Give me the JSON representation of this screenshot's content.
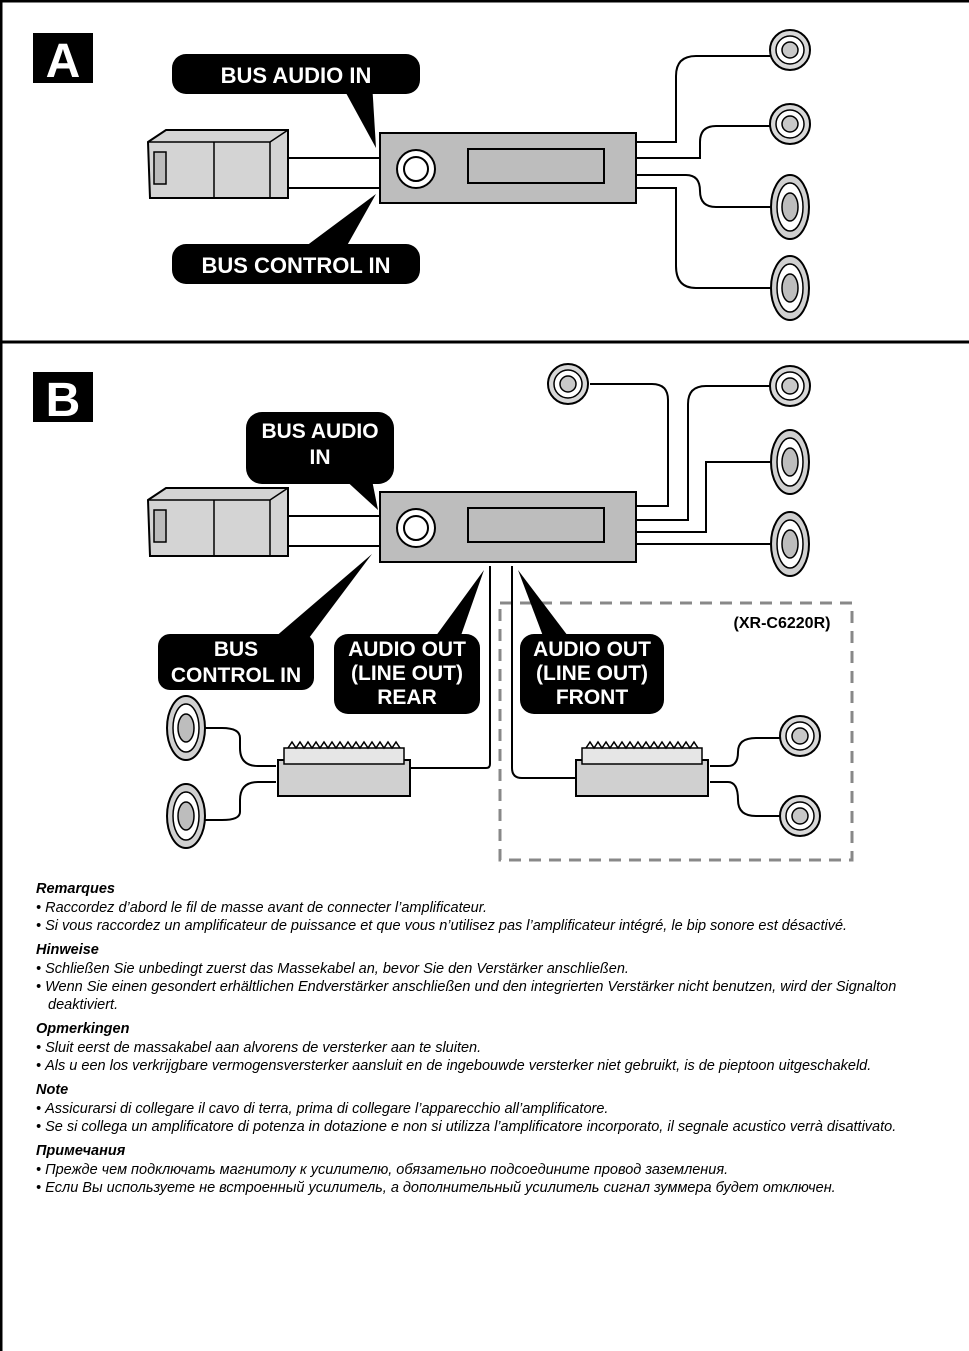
{
  "panel_a": {
    "letter": "A",
    "label_bus_audio_in": "BUS AUDIO IN",
    "label_bus_control_in": "BUS CONTROL IN"
  },
  "panel_b": {
    "letter": "B",
    "label_bus_audio_in_1": "BUS AUDIO",
    "label_bus_audio_in_2": "IN",
    "label_bus_control_in_1": "BUS",
    "label_bus_control_in_2": "CONTROL IN",
    "label_rear_1": "AUDIO OUT",
    "label_rear_2": "(LINE OUT)",
    "label_rear_3": "REAR",
    "label_front_1": "AUDIO OUT",
    "label_front_2": "(LINE OUT)",
    "label_front_3": "FRONT",
    "model_label": "(XR-C6220R)"
  },
  "notes": [
    {
      "title": "Remarques",
      "items": [
        "Raccordez d’abord le fil de masse avant de connecter l’amplificateur.",
        "Si vous raccordez un amplificateur de puissance et que vous n’utilisez pas l’amplificateur intégré, le bip sonore est désactivé."
      ]
    },
    {
      "title": "Hinweise",
      "items": [
        "Schließen Sie unbedingt zuerst das Massekabel an, bevor Sie den Verstärker anschließen.",
        "Wenn Sie einen gesondert erhältlichen Endverstärker anschließen und den integrierten Verstärker nicht benutzen, wird der Signalton deaktiviert."
      ]
    },
    {
      "title": "Opmerkingen",
      "items": [
        "Sluit eerst de massakabel aan alvorens de versterker aan te sluiten.",
        "Als u een los verkrijgbare vermogensversterker aansluit en de ingebouwde versterker niet gebruikt, is de pieptoon uitgeschakeld."
      ]
    },
    {
      "title": "Note",
      "items": [
        "Assicurarsi di collegare il cavo di terra, prima di collegare l’apparecchio all’amplificatore.",
        "Se si collega un amplificatore di potenza in dotazione e non si utilizza l’amplificatore incorporato, il segnale acustico verrà disattivato."
      ]
    },
    {
      "title": "Примечания",
      "items": [
        "Прежде чем подключать магнитолу к усилителю, обязательно подсоедините провод заземления.",
        "Если Вы используете не встроенный усилитель, а дополнительный усилитель сигнал зуммера будет отключен."
      ]
    }
  ]
}
